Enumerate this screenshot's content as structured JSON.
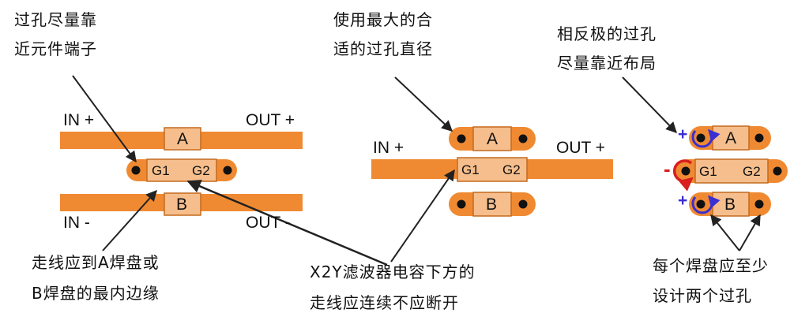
{
  "captions": {
    "c1_line1": "过孔尽量靠",
    "c1_line2": "近元件端子",
    "c2_line1": "使用最大的合",
    "c2_line2": "适的过孔直径",
    "c3_line1": "相反极的过孔",
    "c3_line2": "尽量靠近布局",
    "c4_line1": "走线应到A焊盘或",
    "c4_line2": "B焊盘的最内边缘",
    "c5_line1": "X2Y滤波器电容下方的",
    "c5_line2": "走线应连续不应断开",
    "c6_line1": "每个焊盘应至少",
    "c6_line2": "设计两个过孔"
  },
  "labels": {
    "in_plus": "IN +",
    "out_plus": "OUT +",
    "in_minus": "IN -",
    "out_minus": "OUT -",
    "pad_a": "A",
    "pad_b": "B",
    "g1": "G1",
    "g2": "G2",
    "plus": "+",
    "minus": "-"
  },
  "colors": {
    "trace": "#f08a32",
    "pad_body": "#f5be8c",
    "pad_outline": "#c46a1e",
    "via": "#111111",
    "arrow": "#333333",
    "current_blue": "#3a2fd0",
    "current_red": "#d81e1e"
  }
}
